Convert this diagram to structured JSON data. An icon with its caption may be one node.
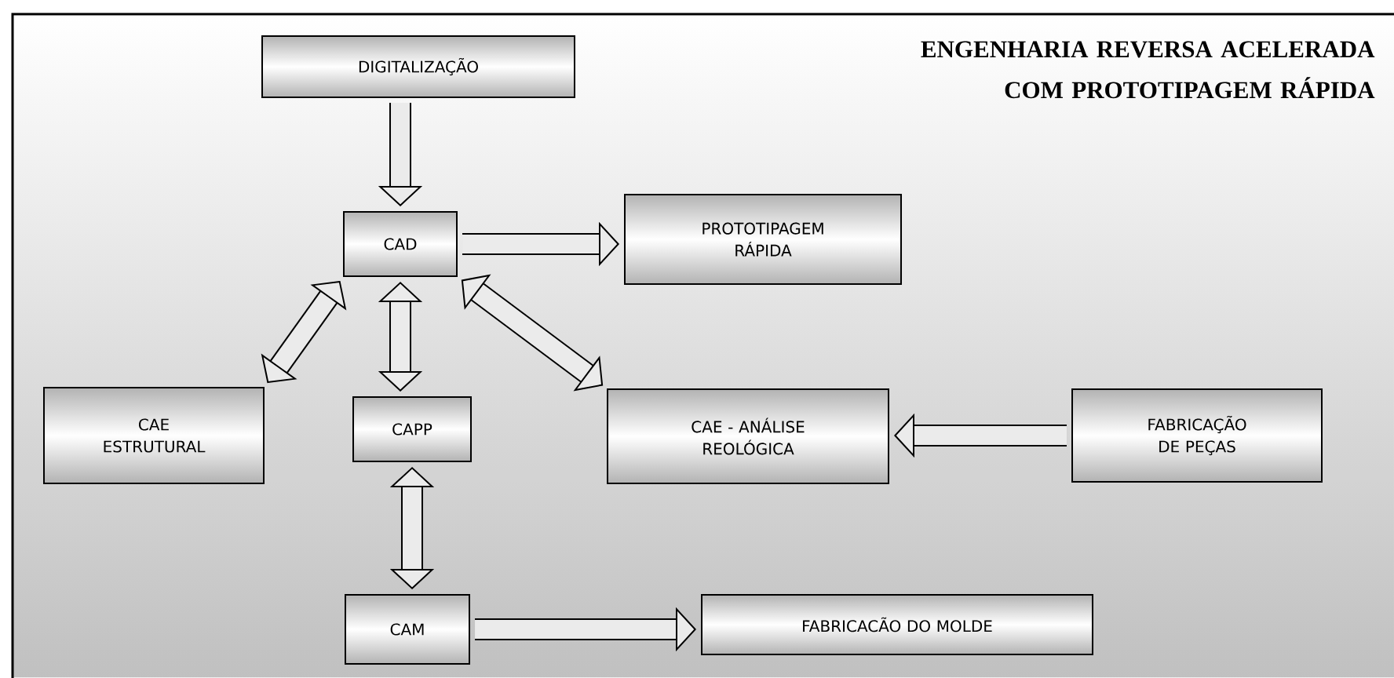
{
  "diagram": {
    "title": "ENGENHARIA REVERSA ACELERADA COM  PROTOTIPAGEM RÁPIDA",
    "nodes": [
      {
        "text": [
          "DIGITALIZAÇÃO"
        ]
      },
      {
        "text": [
          "CAD"
        ]
      },
      {
        "text": [
          "PROTOTIPAGEM RÁPIDA"
        ]
      },
      {
        "text": [
          "CAE ESTRUTURAL"
        ]
      },
      {
        "text": [
          "CAPP"
        ]
      },
      {
        "text": [
          "CAE  - ANÁLISE REOLÓGICA"
        ]
      },
      {
        "text": [
          "FABRICAÇÃO DE PEÇAS"
        ]
      },
      {
        "text": [
          "CAM"
        ]
      },
      {
        "text": [
          "FABRICACÃO DO MOLDE"
        ]
      }
    ],
    "edges": [
      {
        "from": 0,
        "to": 1,
        "arrow": "to"
      },
      {
        "from": 1,
        "to": 2,
        "arrow": "to"
      },
      {
        "from": 1,
        "to": 3,
        "arrow": "both"
      },
      {
        "from": 1,
        "to": 4,
        "arrow": "both"
      },
      {
        "from": 1,
        "to": 5,
        "arrow": "both"
      },
      {
        "from": 4,
        "to": 7,
        "arrow": "both"
      },
      {
        "from": 6,
        "to": 5,
        "arrow": "to"
      },
      {
        "from": 7,
        "to": 8,
        "arrow": "to"
      }
    ]
  }
}
